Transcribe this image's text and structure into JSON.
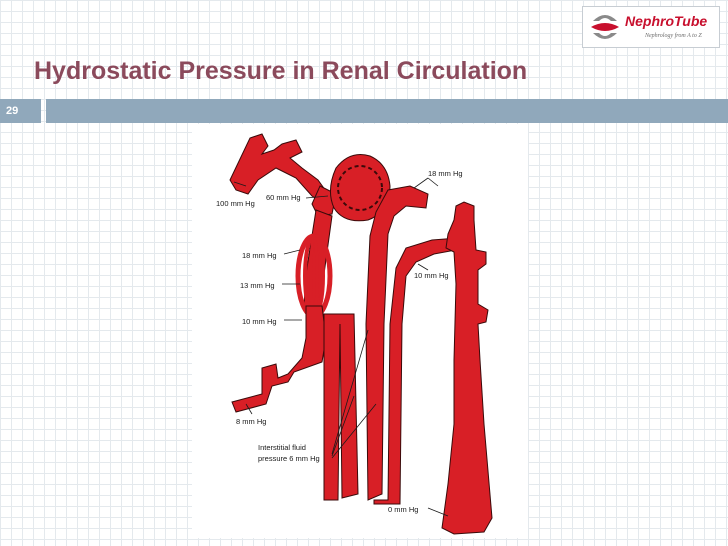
{
  "brand": {
    "name": "NephroTube",
    "tagline": "Nephrology from A to Z",
    "red": "#c8102e",
    "gray": "#8a8a8a"
  },
  "slide": {
    "title": "Hydrostatic Pressure in Renal Circulation",
    "number": "29",
    "title_color": "#8b4a5c",
    "bar_color": "#90a8bb"
  },
  "diagram": {
    "vessel_color": "#d81f26",
    "labels": {
      "afferent": "100 mm Hg",
      "glomerulus": "60 mm Hg",
      "bowman": "18 mm Hg",
      "peritubular_top": "18 mm Hg",
      "peritubular_mid": "13 mm Hg",
      "peritubular_low": "10 mm Hg",
      "vein": "8 mm Hg",
      "interstitial_line1": "Interstitial fluid",
      "interstitial_line2": "pressure 6 mm Hg",
      "distal": "10 mm Hg",
      "collecting": "0 mm Hg"
    }
  }
}
